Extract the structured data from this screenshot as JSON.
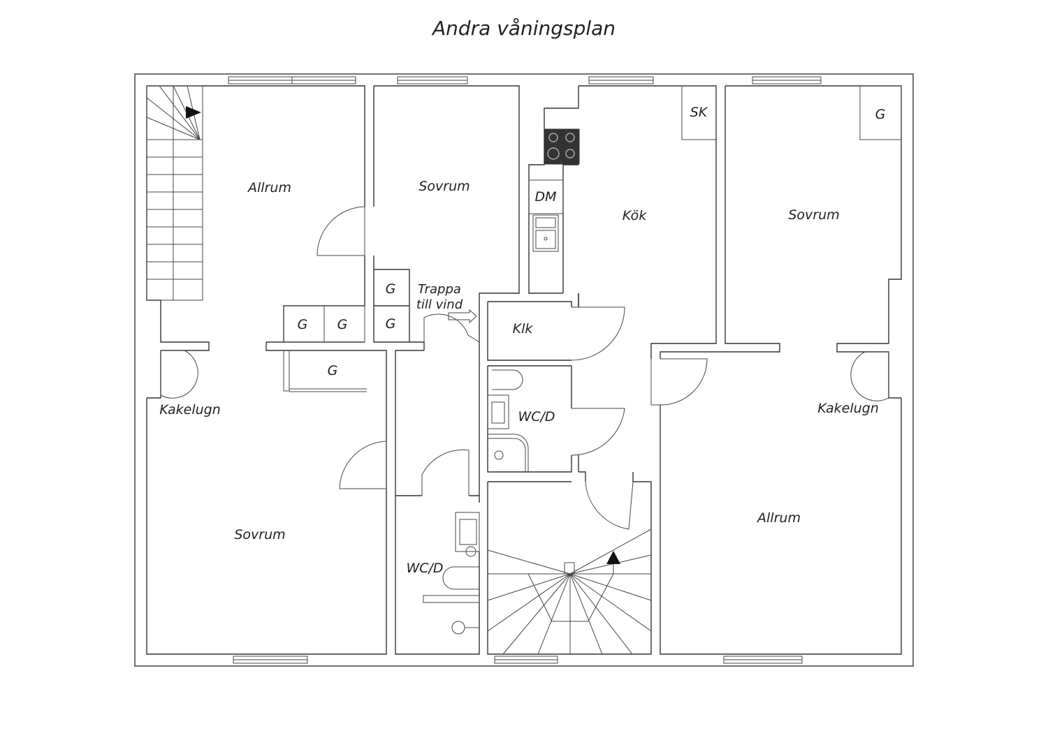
{
  "title": "Andra våningsplan",
  "rooms": {
    "allrum_left": "Allrum",
    "sovrum_top": "Sovrum",
    "kok": "Kök",
    "sovrum_right": "Sovrum",
    "sovrum_bottom": "Sovrum",
    "allrum_right": "Allrum",
    "klk": "Klk",
    "wcd_upper": "WC/D",
    "wcd_lower": "WC/D",
    "kakelugn_left": "Kakelugn",
    "kakelugn_right": "Kakelugn",
    "trappa_line1": "Trappa",
    "trappa_line2": "till vind"
  },
  "fixtures": {
    "dm": "DM",
    "sk": "SK",
    "g": "G"
  }
}
